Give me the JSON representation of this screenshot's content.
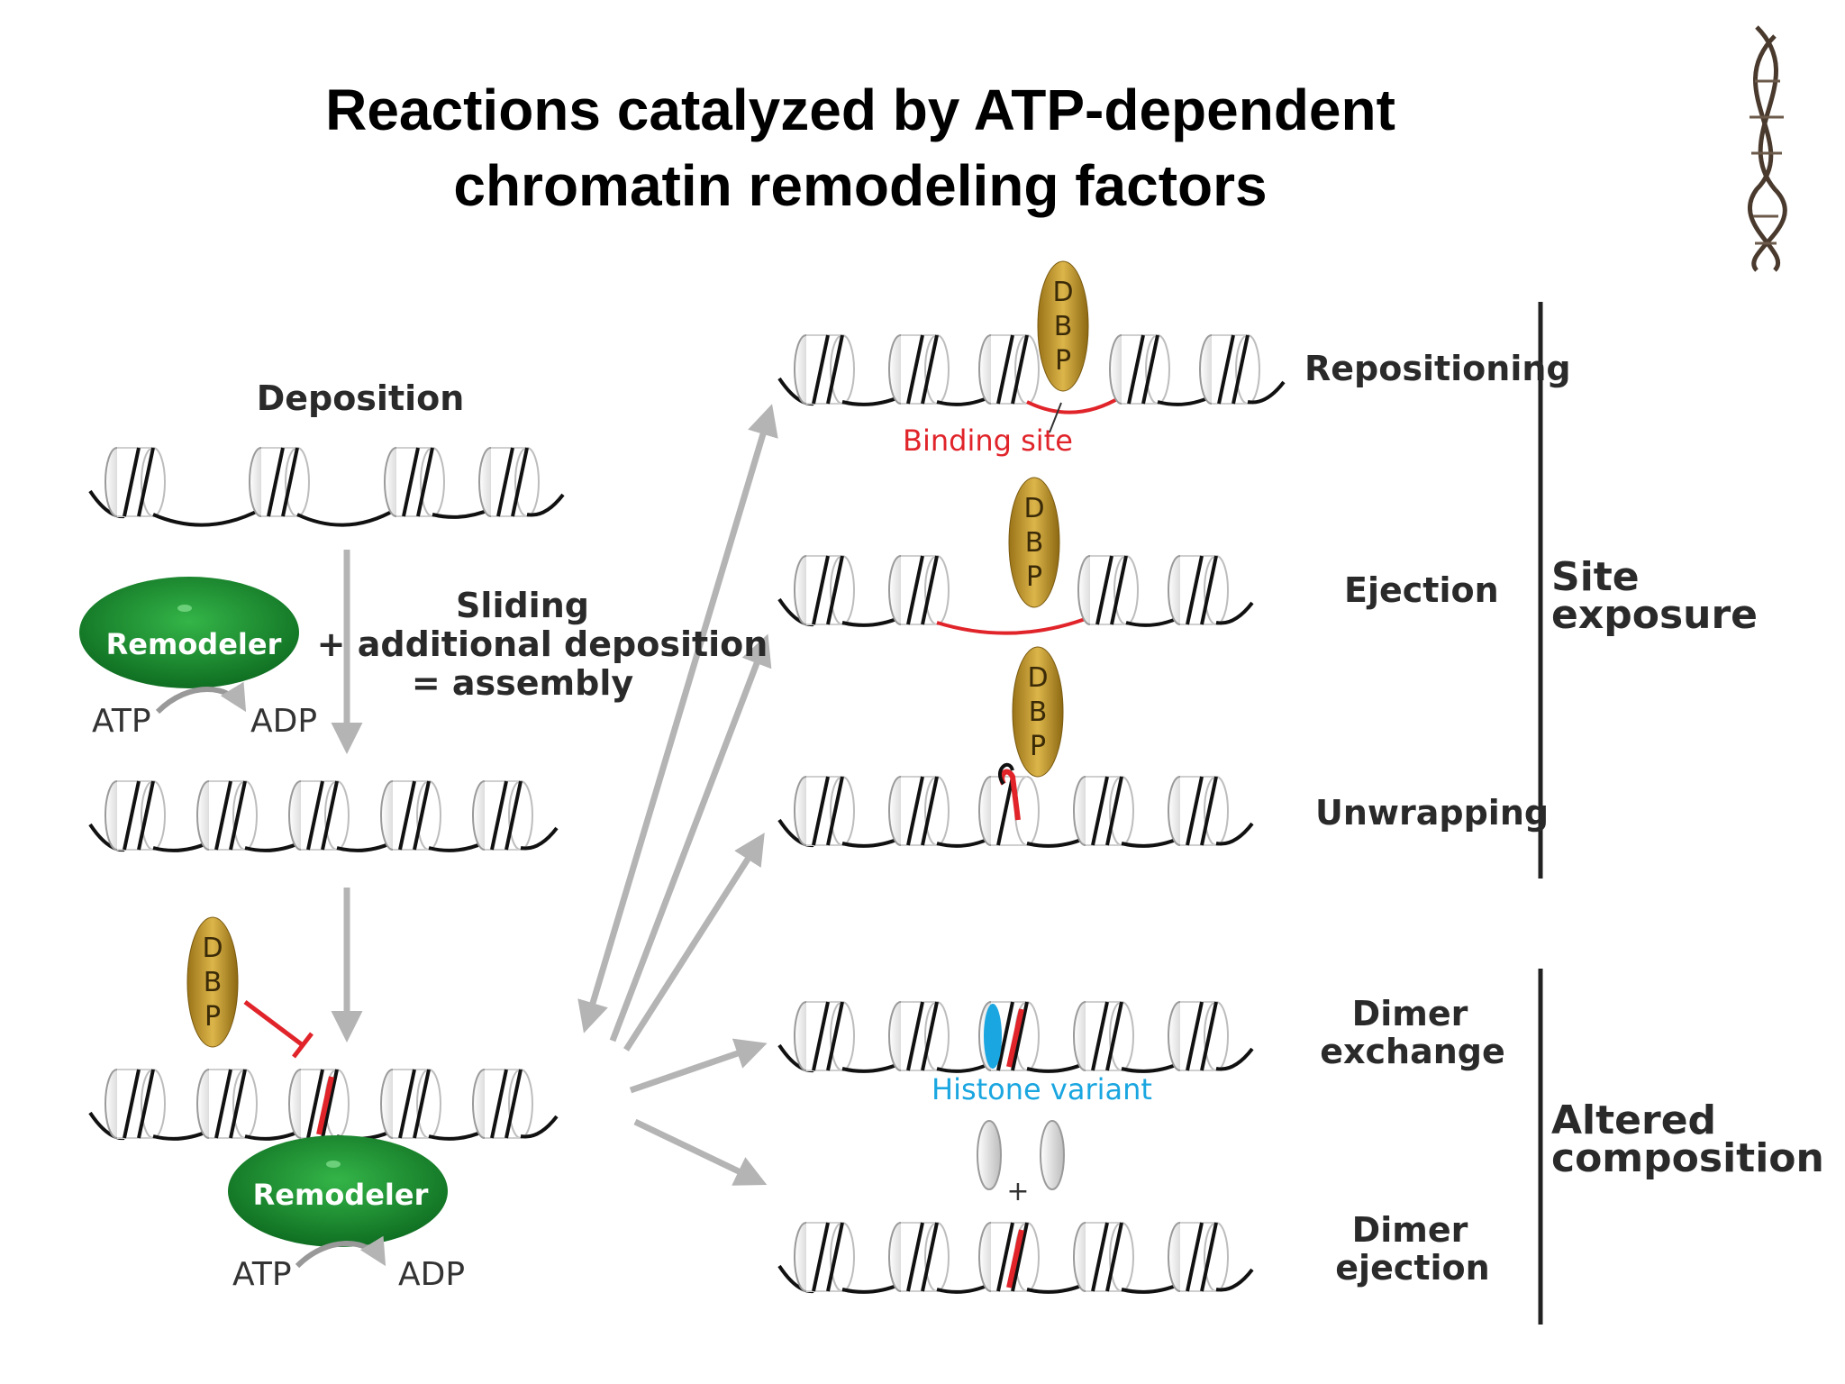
{
  "title": {
    "line1": "Reactions catalyzed by ATP-dependent",
    "line2": "chromatin remodeling factors"
  },
  "left": {
    "deposition": "Deposition",
    "sliding_line1": "Sliding",
    "sliding_line2": "+ additional deposition",
    "sliding_line3": "= assembly",
    "remodeler": "Remodeler",
    "atp": "ATP",
    "adp": "ADP",
    "dbp_letters": [
      "D",
      "B",
      "P"
    ]
  },
  "right": {
    "repositioning": "Repositioning",
    "binding_site": "Binding site",
    "ejection": "Ejection",
    "unwrapping": "Unwrapping",
    "dimer_exchange_line1": "Dimer",
    "dimer_exchange_line2": "exchange",
    "histone_variant": "Histone variant",
    "plus": "+",
    "dimer_ejection_line1": "Dimer",
    "dimer_ejection_line2": "ejection"
  },
  "groups": {
    "site_exposure_line1": "Site",
    "site_exposure_line2": "exposure",
    "altered_line1": "Altered",
    "altered_line2": "composition"
  },
  "colors": {
    "remodeler_green": "#1e8a2e",
    "dbp_gold": "#c49a2c",
    "binding_red": "#e0242a",
    "variant_blue": "#1aa6e0",
    "arrow_gray": "#b4b4b4"
  }
}
